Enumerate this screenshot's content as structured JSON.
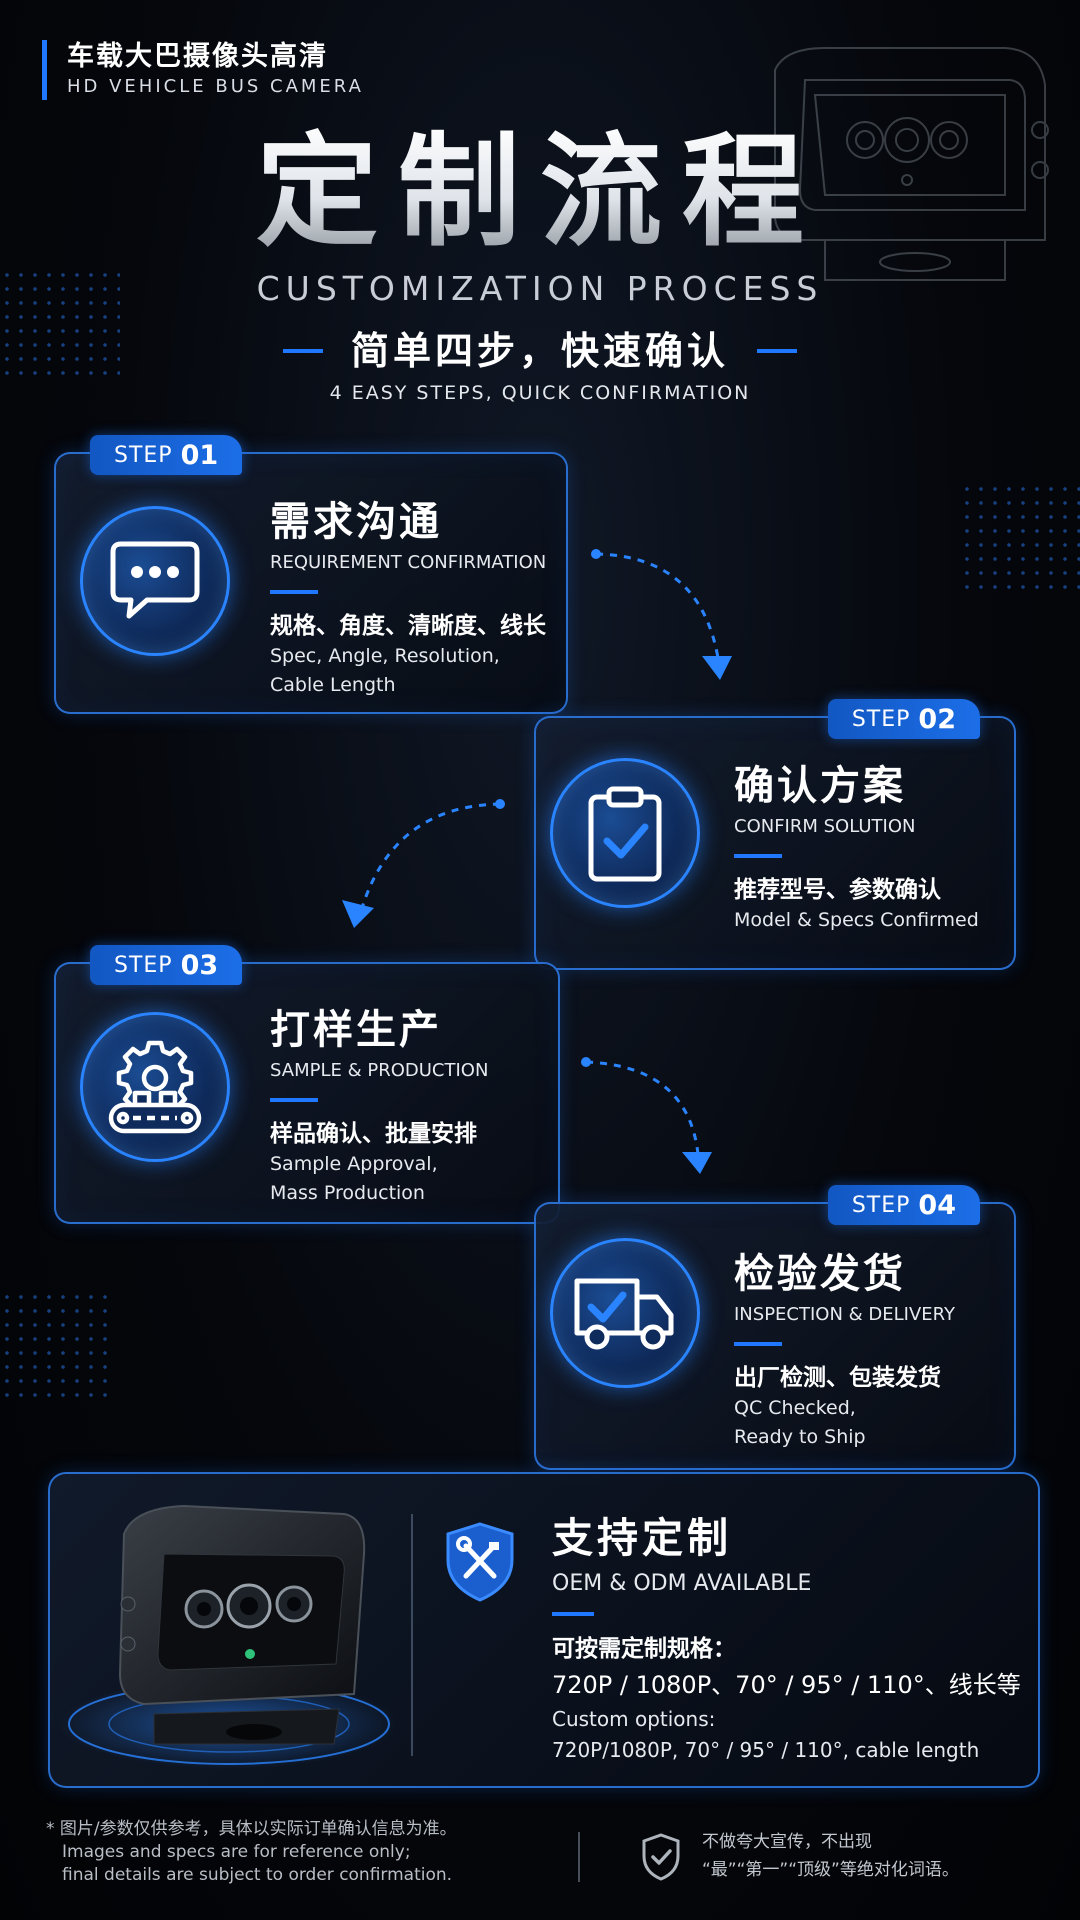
{
  "header": {
    "brand_cn": "车载大巴摄像头高清",
    "brand_en": "HD VEHICLE BUS CAMERA",
    "title_cn": "定制流程",
    "title_en": "CUSTOMIZATION PROCESS",
    "subtitle_cn": "简单四步，快速确认",
    "subtitle_en": "4 EASY STEPS, QUICK CONFIRMATION"
  },
  "steps": [
    {
      "badge_word": "STEP",
      "badge_num": "01",
      "icon": "chat-bubble-icon",
      "title_cn": "需求沟通",
      "title_en": "REQUIREMENT CONFIRMATION",
      "desc_cn": "规格、角度、清晰度、线长",
      "desc_en_1": "Spec, Angle, Resolution,",
      "desc_en_2": "Cable Length"
    },
    {
      "badge_word": "STEP",
      "badge_num": "02",
      "icon": "clipboard-check-icon",
      "title_cn": "确认方案",
      "title_en": "CONFIRM SOLUTION",
      "desc_cn": "推荐型号、参数确认",
      "desc_en_1": "Model & Specs Confirmed"
    },
    {
      "badge_word": "STEP",
      "badge_num": "03",
      "icon": "gear-conveyor-icon",
      "title_cn": "打样生产",
      "title_en": "SAMPLE & PRODUCTION",
      "desc_cn": "样品确认、批量安排",
      "desc_en_1": "Sample Approval,",
      "desc_en_2": "Mass Production"
    },
    {
      "badge_word": "STEP",
      "badge_num": "04",
      "icon": "delivery-truck-icon",
      "title_cn": "检验发货",
      "title_en": "INSPECTION & DELIVERY",
      "desc_cn": "出厂检测、包装发货",
      "desc_en_1": "QC Checked,",
      "desc_en_2": "Ready to Ship"
    }
  ],
  "custom": {
    "icon": "shield-tools-icon",
    "title_cn": "支持定制",
    "title_en": "OEM & ODM AVAILABLE",
    "line_cn_a": "可按需定制规格：",
    "line_cn_b": "720P / 1080P、70° / 95° / 110°、线长等",
    "line_en_a": "Custom options:",
    "line_en_b": "720P/1080P, 70° / 95° / 110°, cable length"
  },
  "footer": {
    "note_cn": "* 图片/参数仅供参考，具体以实际订单确认信息为准。",
    "note_en_1": "Images and specs are for reference only;",
    "note_en_2": "final details are subject to order confirmation.",
    "claim_1": "不做夸大宣传，不出现",
    "claim_2": "“最”“第一”“顶级”等绝对化词语。",
    "icon": "shield-check-icon"
  },
  "colors": {
    "accent": "#1f78ff",
    "background": "#05070c",
    "card_border": "#2e7deb"
  }
}
